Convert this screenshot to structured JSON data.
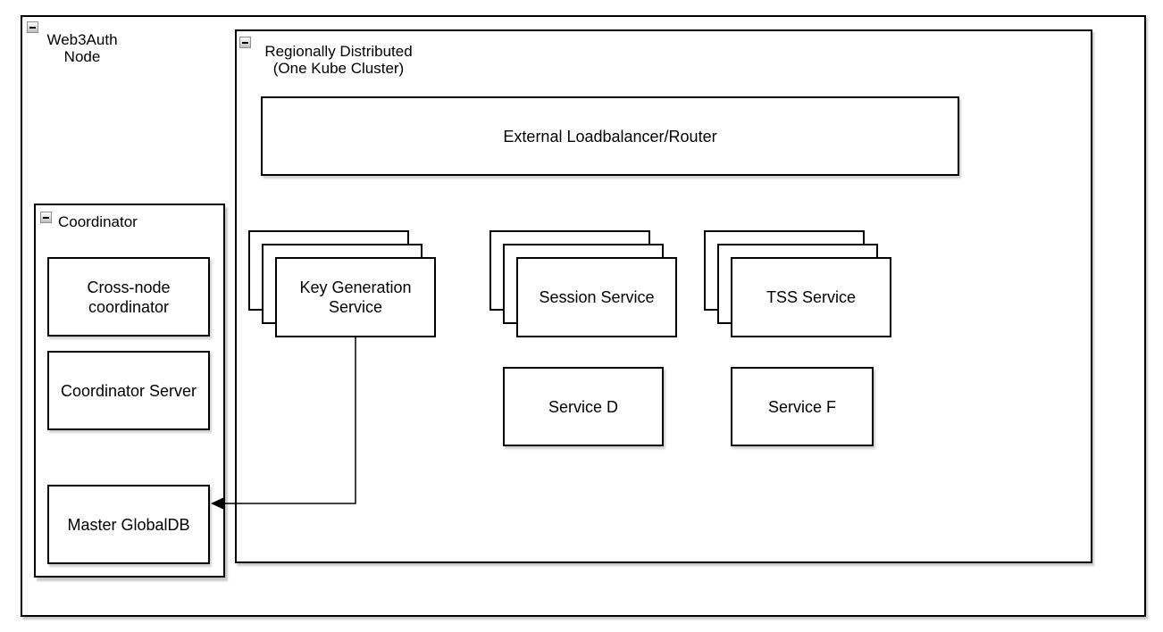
{
  "diagram": {
    "groups": {
      "web3auth_node": {
        "label": "Web3Auth\nNode",
        "collapse_icon": "minus"
      },
      "regionally_distributed": {
        "label": "Regionally Distributed\n(One Kube Cluster)",
        "collapse_icon": "minus"
      },
      "coordinator": {
        "label": "Coordinator",
        "collapse_icon": "minus"
      }
    },
    "nodes": {
      "external_loadbalancer": {
        "label": "External Loadbalancer/Router"
      },
      "key_generation_service": {
        "label": "Key Generation\nService",
        "stacked": 3
      },
      "session_service": {
        "label": "Session Service",
        "stacked": 3
      },
      "tss_service": {
        "label": "TSS Service",
        "stacked": 3
      },
      "service_d": {
        "label": "Service D"
      },
      "service_f": {
        "label": "Service F"
      },
      "cross_node_coordinator": {
        "label": "Cross-node\ncoordinator"
      },
      "coordinator_server": {
        "label": "Coordinator Server"
      },
      "master_globaldb": {
        "label": "Master GlobalDB"
      }
    },
    "edges": [
      {
        "from": "key_generation_service",
        "to": "master_globaldb",
        "style": "orthogonal",
        "arrowhead": "filled-triangle"
      }
    ],
    "colors": {
      "stroke": "#000000",
      "fill": "#ffffff",
      "background": "#ffffff"
    }
  }
}
